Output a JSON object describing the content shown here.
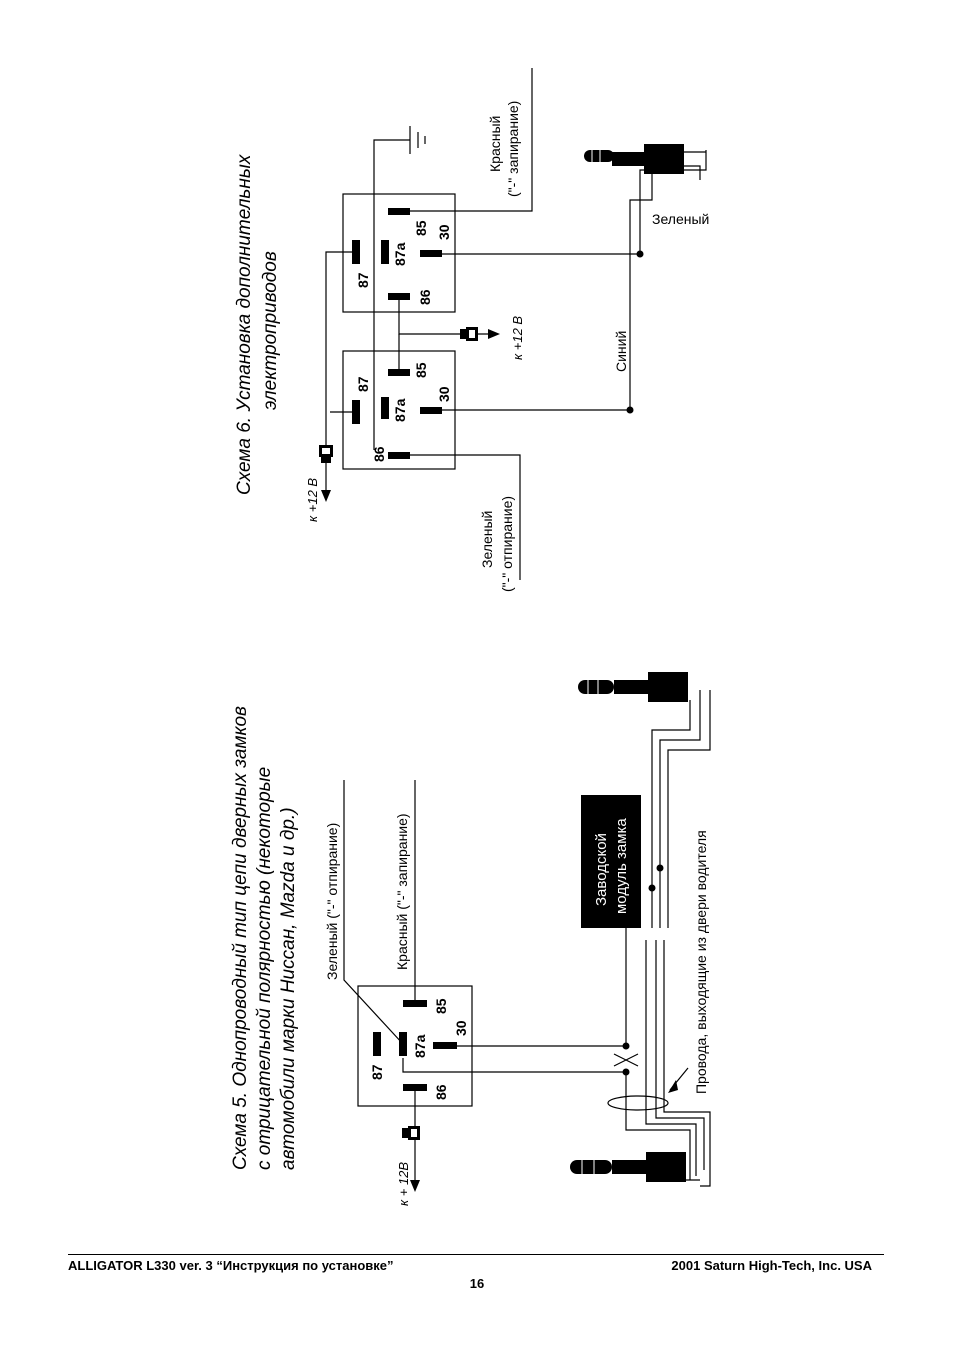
{
  "scheme5": {
    "title_line1": "Схема 5. Однопроводный тип цепи дверных замков",
    "title_line2": "с отрицательной полярностью (некоторые",
    "title_line3": "автомобили марки Ниссан, Mazda и др.)",
    "green_label": "Зеленый (\"-\" отпирание)",
    "red_label": "Красный (\"-\" запирание)",
    "plus12": "к + 12В",
    "module_line1": "Заводской",
    "module_line2": "модуль замка",
    "wires_label": "Провода, выходящие из двери водителя",
    "relay_pins": {
      "p87": "87",
      "p87a": "87a",
      "p86": "86",
      "p85": "85",
      "p30": "30"
    }
  },
  "scheme6": {
    "title_line1": "Схема 6. Установка дополнительных",
    "title_line2": "электроприводов",
    "red_line1": "Красный",
    "red_line2": "(\"-\" запирание)",
    "green_line1": "Зеленый",
    "green_line2": "(\"-\" отпирание)",
    "plus12_a": "к +12 В",
    "plus12_b": "к +12 В",
    "blue_label": "Синий",
    "green_wire_label": "Зеленый",
    "relay_pins": {
      "p87": "87",
      "p87a": "87a",
      "p86": "86",
      "p85": "85",
      "p30": "30"
    }
  },
  "footer": {
    "left": "ALLIGATOR L330 ver. 3  “Инструкция по установке”",
    "right": "2001 Saturn High-Tech, Inc. USA",
    "page": "16"
  }
}
